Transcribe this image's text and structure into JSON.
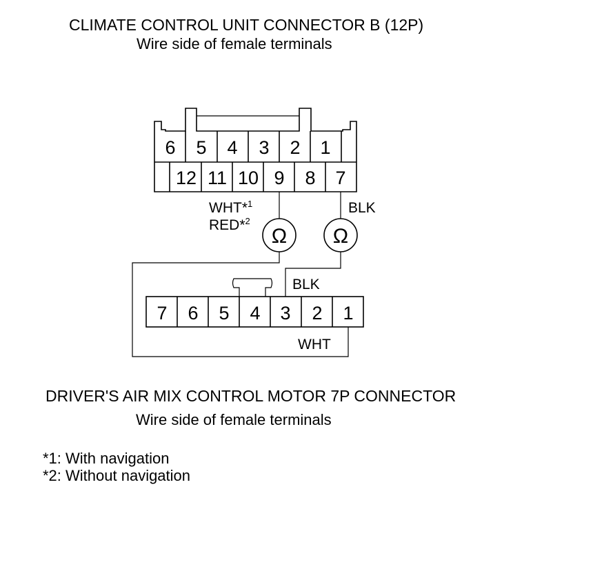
{
  "top_connector": {
    "title": "CLIMATE CONTROL UNIT CONNECTOR B (12P)",
    "subtitle": "Wire side of female terminals",
    "row1_pins": [
      "6",
      "5",
      "4",
      "3",
      "2",
      "1"
    ],
    "row2_pins": [
      "12",
      "11",
      "10",
      "9",
      "8",
      "7"
    ]
  },
  "wires": {
    "left_color_1": "WHT*",
    "left_sup_1": "1",
    "left_color_2": "RED*",
    "left_sup_2": "2",
    "right_color": "BLK",
    "motor_blk": "BLK",
    "motor_wht": "WHT"
  },
  "meters": {
    "left_symbol": "Ω",
    "right_symbol": "Ω"
  },
  "bottom_connector": {
    "title": "DRIVER'S AIR MIX CONTROL MOTOR 7P CONNECTOR",
    "subtitle": "Wire side of female terminals",
    "pins": [
      "7",
      "6",
      "5",
      "4",
      "3",
      "2",
      "1"
    ]
  },
  "notes": {
    "note1": "*1: With navigation",
    "note2": "*2: Without navigation"
  }
}
